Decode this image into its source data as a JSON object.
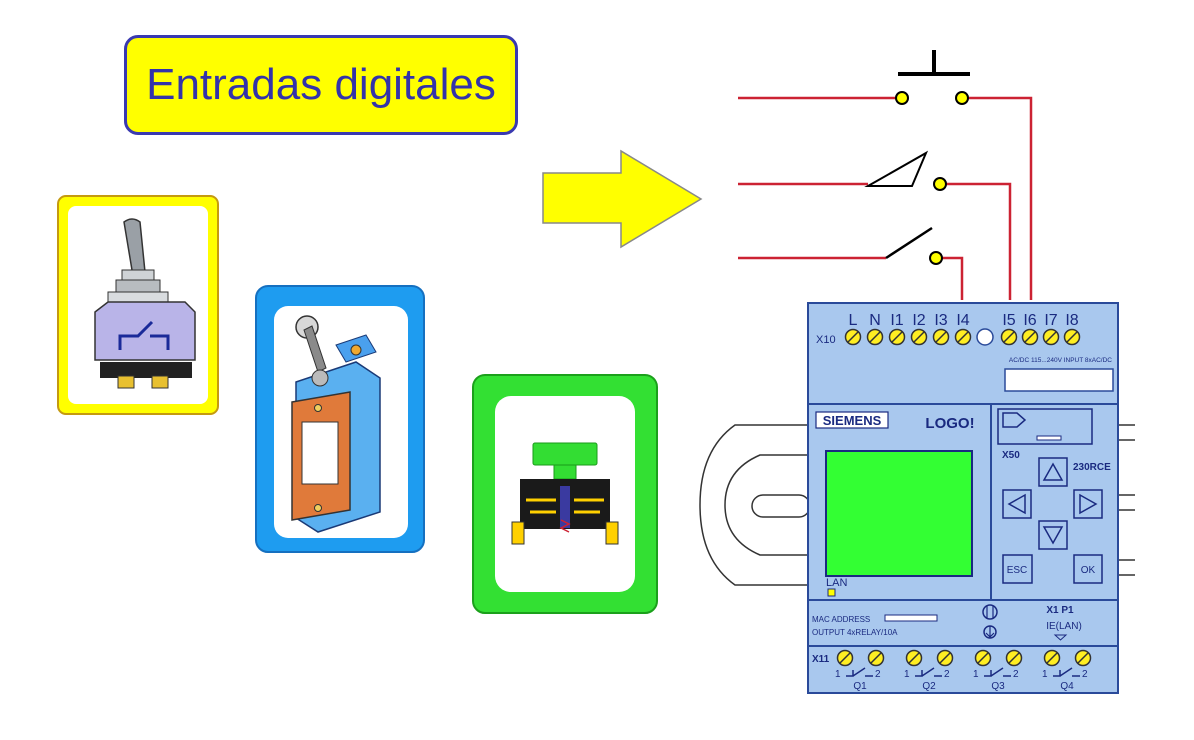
{
  "title": "Entradas digitales",
  "colors": {
    "title_bg": "#ffff00",
    "title_border": "#3a3ab0",
    "wire": "#cc2233",
    "plc_body": "#a9c8ee",
    "plc_border": "#2a4a9a",
    "display": "#33ff33",
    "arrow": "#ffff00"
  },
  "icons": [
    "toggle-switch-icon",
    "limit-switch-icon",
    "push-button-icon",
    "arrow-right-icon"
  ],
  "plc": {
    "top_terminals": {
      "group_label": "X10",
      "left": [
        "L",
        "N",
        "I1",
        "I2",
        "I3",
        "I4"
      ],
      "right": [
        "I5",
        "I6",
        "I7",
        "I8"
      ]
    },
    "power_spec": "AC/DC 115...240V INPUT 8xAC/DC",
    "brand": "SIEMENS",
    "model": "LOGO!",
    "slot_label": "X50",
    "variant": "230RCE",
    "lan_label": "LAN",
    "esc_label": "ESC",
    "ok_label": "OK",
    "mac_label": "MAC ADDRESS",
    "output_spec": "OUTPUT 4xRELAY/10A",
    "port_label": "X1 P1",
    "port_sub": "IE(LAN)",
    "bottom_group_label": "X11",
    "outputs": [
      {
        "name": "Q1",
        "pin_a": "1",
        "pin_b": "2"
      },
      {
        "name": "Q2",
        "pin_a": "1",
        "pin_b": "2"
      },
      {
        "name": "Q3",
        "pin_a": "1",
        "pin_b": "2"
      },
      {
        "name": "Q4",
        "pin_a": "1",
        "pin_b": "2"
      }
    ]
  }
}
